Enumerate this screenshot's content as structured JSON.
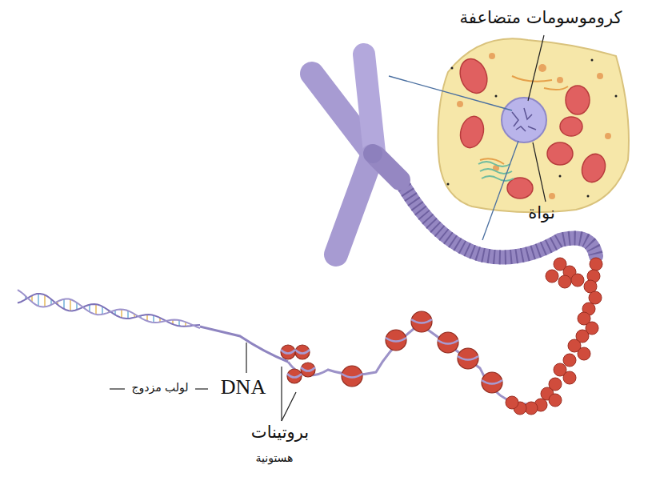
{
  "diagram": {
    "labels": [
      "كروموسومات متضاعفة",
      "نواة",
      "DNA",
      "لولب مزدوج",
      "بروتينات",
      "هستونية"
    ]
  }
}
